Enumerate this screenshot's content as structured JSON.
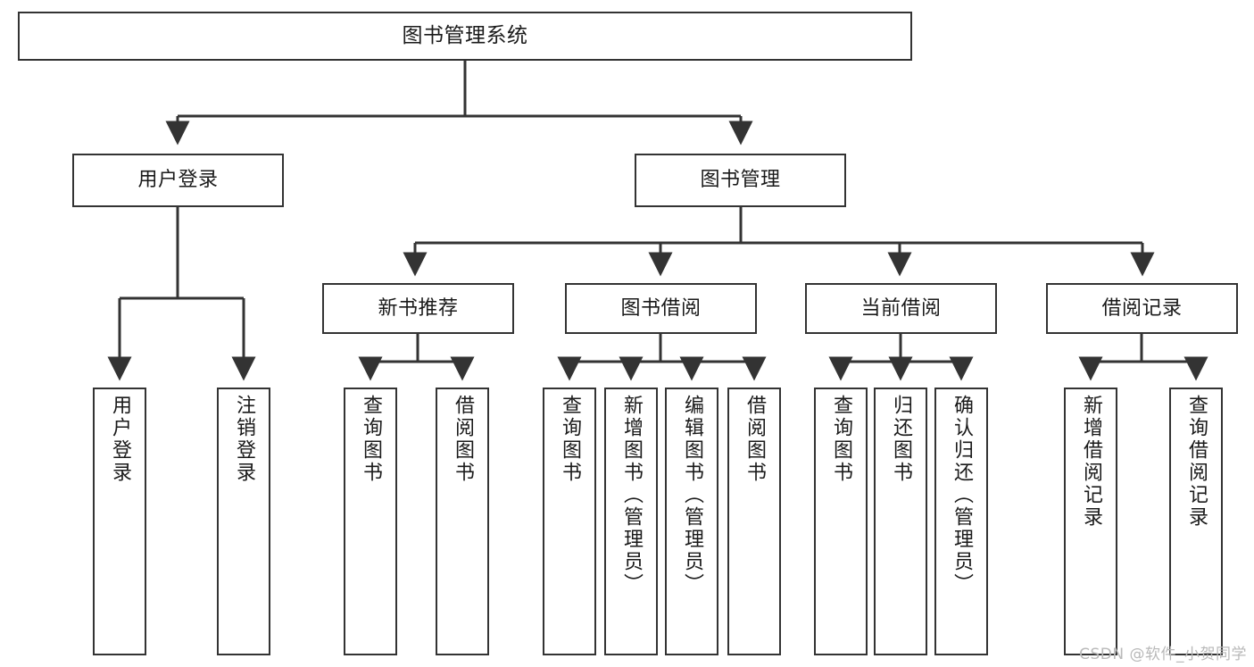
{
  "diagram": {
    "type": "tree",
    "title": "图书管理系统",
    "orientation": "top-down",
    "colors": {
      "background": "#ffffff",
      "box_border": "#333333",
      "box_fill": "#ffffff",
      "text": "#1a1a1a",
      "connector": "#333333",
      "watermark": "#b9b9b9"
    }
  },
  "watermark": {
    "text": "CSDN @软件_小贺同学"
  },
  "nodes": {
    "root": {
      "label": "图书管理系统"
    },
    "level1": [
      {
        "label": "用户登录"
      },
      {
        "label": "图书管理"
      }
    ],
    "level2": [
      {
        "label": "新书推荐"
      },
      {
        "label": "图书借阅"
      },
      {
        "label": "当前借阅"
      },
      {
        "label": "借阅记录"
      }
    ],
    "leaves": {
      "user_login": [
        {
          "label": "用户登录"
        },
        {
          "label": "注销登录"
        }
      ],
      "new_book_recommend": [
        {
          "label": "查询图书"
        },
        {
          "label": "借阅图书"
        }
      ],
      "book_borrow": [
        {
          "label": "查询图书"
        },
        {
          "label": "新增图书（管理员）"
        },
        {
          "label": "编辑图书（管理员）"
        },
        {
          "label": "借阅图书"
        }
      ],
      "current_borrow": [
        {
          "label": "查询图书"
        },
        {
          "label": "归还图书"
        },
        {
          "label": "确认归还（管理员）"
        }
      ],
      "borrow_record": [
        {
          "label": "新增借阅记录"
        },
        {
          "label": "查询借阅记录"
        }
      ]
    }
  }
}
